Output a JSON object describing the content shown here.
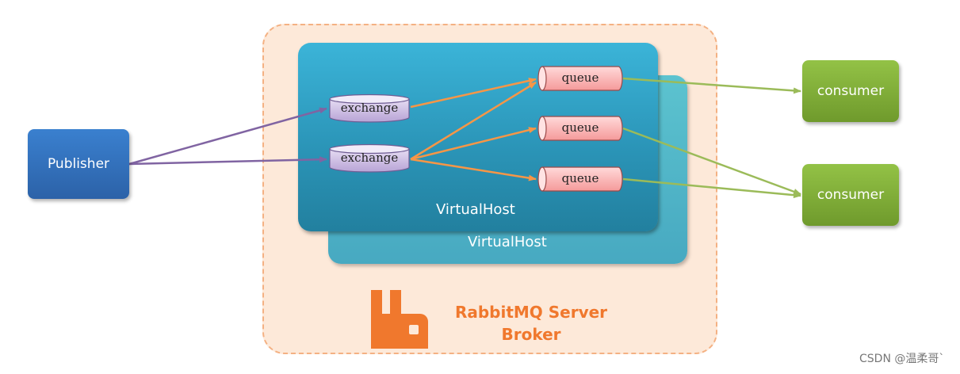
{
  "publisher": {
    "label": "Publisher"
  },
  "exchanges": [
    {
      "label": "exchange"
    },
    {
      "label": "exchange"
    }
  ],
  "queues": [
    {
      "label": "queue"
    },
    {
      "label": "queue"
    },
    {
      "label": "queue"
    }
  ],
  "consumers": [
    {
      "label": "consumer"
    },
    {
      "label": "consumer"
    }
  ],
  "virtual_hosts": [
    {
      "label": "VirtualHost"
    },
    {
      "label": "VirtualHost"
    }
  ],
  "broker": {
    "title_line1": "RabbitMQ Server",
    "title_line2": "Broker"
  },
  "watermark": "CSDN @温柔哥`",
  "colors": {
    "publisher_link": "#8064a2",
    "exchange_to_queue_link": "#f79646",
    "queue_to_consumer_link": "#9bbb59",
    "broker_accent": "#f0782d",
    "broker_fill": "#fde9d9"
  }
}
